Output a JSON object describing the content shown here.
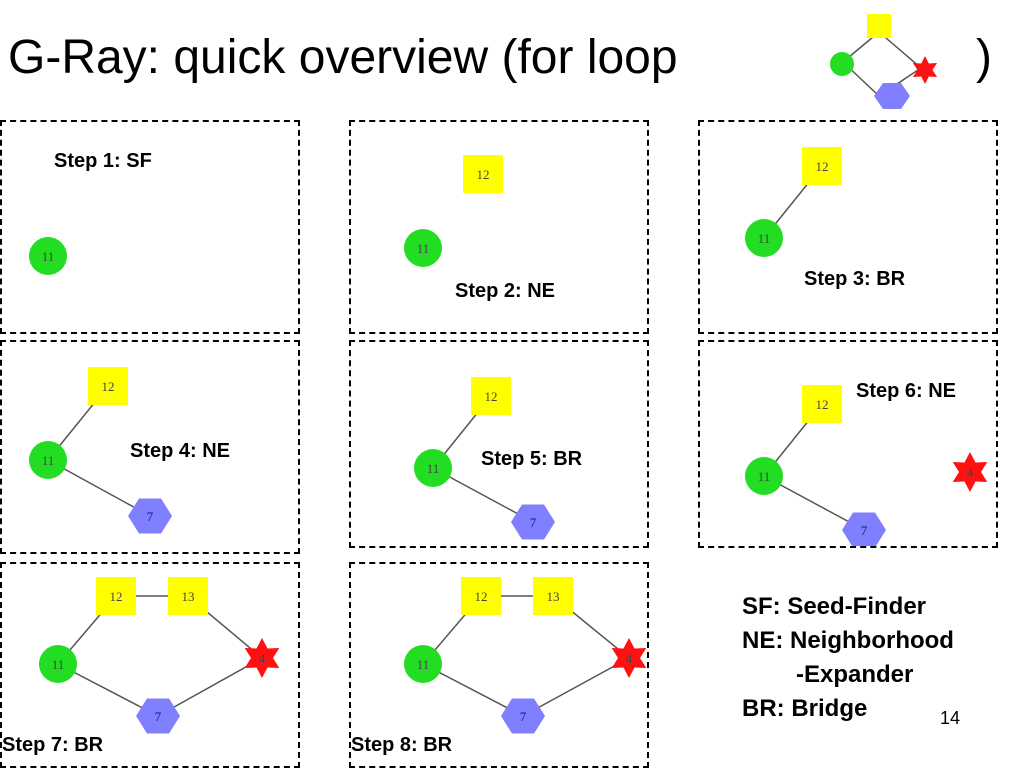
{
  "title": {
    "text": "G-Ray: quick overview (for loop",
    "close": ")"
  },
  "colors": {
    "seed": "#22dd22",
    "square": "#ffff00",
    "hexagon": "#7f7fff",
    "star": "#ff1111",
    "edge": "#555555"
  },
  "panels": [
    {
      "label": "Step 1: SF",
      "nodes": [
        {
          "id": "11",
          "shape": "circle"
        }
      ],
      "edges": []
    },
    {
      "label": "Step 2: NE",
      "nodes": [
        {
          "id": "11",
          "shape": "circle"
        },
        {
          "id": "12",
          "shape": "square"
        }
      ],
      "edges": []
    },
    {
      "label": "Step 3: BR",
      "nodes": [
        {
          "id": "11",
          "shape": "circle"
        },
        {
          "id": "12",
          "shape": "square"
        }
      ],
      "edges": [
        [
          "11",
          "12"
        ]
      ]
    },
    {
      "label": "Step 4: NE",
      "nodes": [
        {
          "id": "11",
          "shape": "circle"
        },
        {
          "id": "12",
          "shape": "square"
        },
        {
          "id": "7",
          "shape": "hexagon"
        }
      ],
      "edges": [
        [
          "11",
          "12"
        ],
        [
          "11",
          "7"
        ]
      ]
    },
    {
      "label": "Step 5: BR",
      "nodes": [
        {
          "id": "11",
          "shape": "circle"
        },
        {
          "id": "12",
          "shape": "square"
        },
        {
          "id": "7",
          "shape": "hexagon"
        }
      ],
      "edges": [
        [
          "11",
          "12"
        ],
        [
          "11",
          "7"
        ]
      ]
    },
    {
      "label": "Step 6: NE",
      "nodes": [
        {
          "id": "11",
          "shape": "circle"
        },
        {
          "id": "12",
          "shape": "square"
        },
        {
          "id": "7",
          "shape": "hexagon"
        },
        {
          "id": "4",
          "shape": "star"
        }
      ],
      "edges": [
        [
          "11",
          "12"
        ],
        [
          "11",
          "7"
        ]
      ]
    },
    {
      "label": "Step 7: BR",
      "nodes": [
        {
          "id": "11",
          "shape": "circle"
        },
        {
          "id": "12",
          "shape": "square"
        },
        {
          "id": "13",
          "shape": "square"
        },
        {
          "id": "7",
          "shape": "hexagon"
        },
        {
          "id": "4",
          "shape": "star"
        }
      ],
      "edges": [
        [
          "11",
          "12"
        ],
        [
          "12",
          "13"
        ],
        [
          "13",
          "4"
        ],
        [
          "11",
          "7"
        ],
        [
          "7",
          "4"
        ]
      ]
    },
    {
      "label": "Step 8: BR",
      "nodes": [
        {
          "id": "11",
          "shape": "circle"
        },
        {
          "id": "12",
          "shape": "square"
        },
        {
          "id": "13",
          "shape": "square"
        },
        {
          "id": "7",
          "shape": "hexagon"
        },
        {
          "id": "4",
          "shape": "star"
        }
      ],
      "edges": [
        [
          "11",
          "12"
        ],
        [
          "12",
          "13"
        ],
        [
          "13",
          "4"
        ],
        [
          "11",
          "7"
        ],
        [
          "7",
          "4"
        ]
      ]
    }
  ],
  "legend": {
    "sf": "SF: Seed-Finder",
    "ne1": "NE: Neighborhood",
    "ne2": "-Expander",
    "br": "BR: Bridge"
  },
  "page_number": "14"
}
